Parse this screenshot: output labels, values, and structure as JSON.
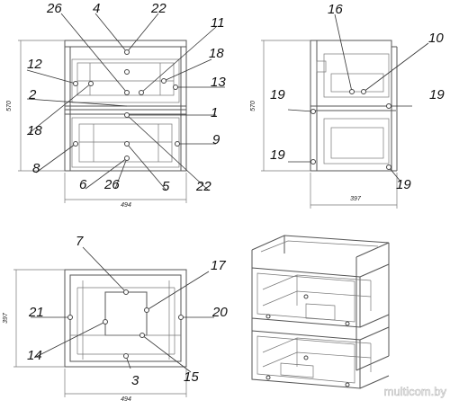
{
  "callouts": {
    "front": [
      "26",
      "4",
      "22",
      "11",
      "12",
      "18",
      "2",
      "13",
      "1",
      "18",
      "9",
      "8",
      "6",
      "26",
      "5",
      "22"
    ],
    "side": [
      "16",
      "10",
      "19",
      "19",
      "19",
      "19"
    ],
    "top": [
      "7",
      "17",
      "21",
      "20",
      "14",
      "15",
      "3"
    ]
  },
  "dimensions": {
    "front_height": "570",
    "front_width": "494",
    "side_height": "570",
    "side_depth": "397",
    "top_depth": "397",
    "top_width": "494"
  },
  "watermark": "multicom.by"
}
